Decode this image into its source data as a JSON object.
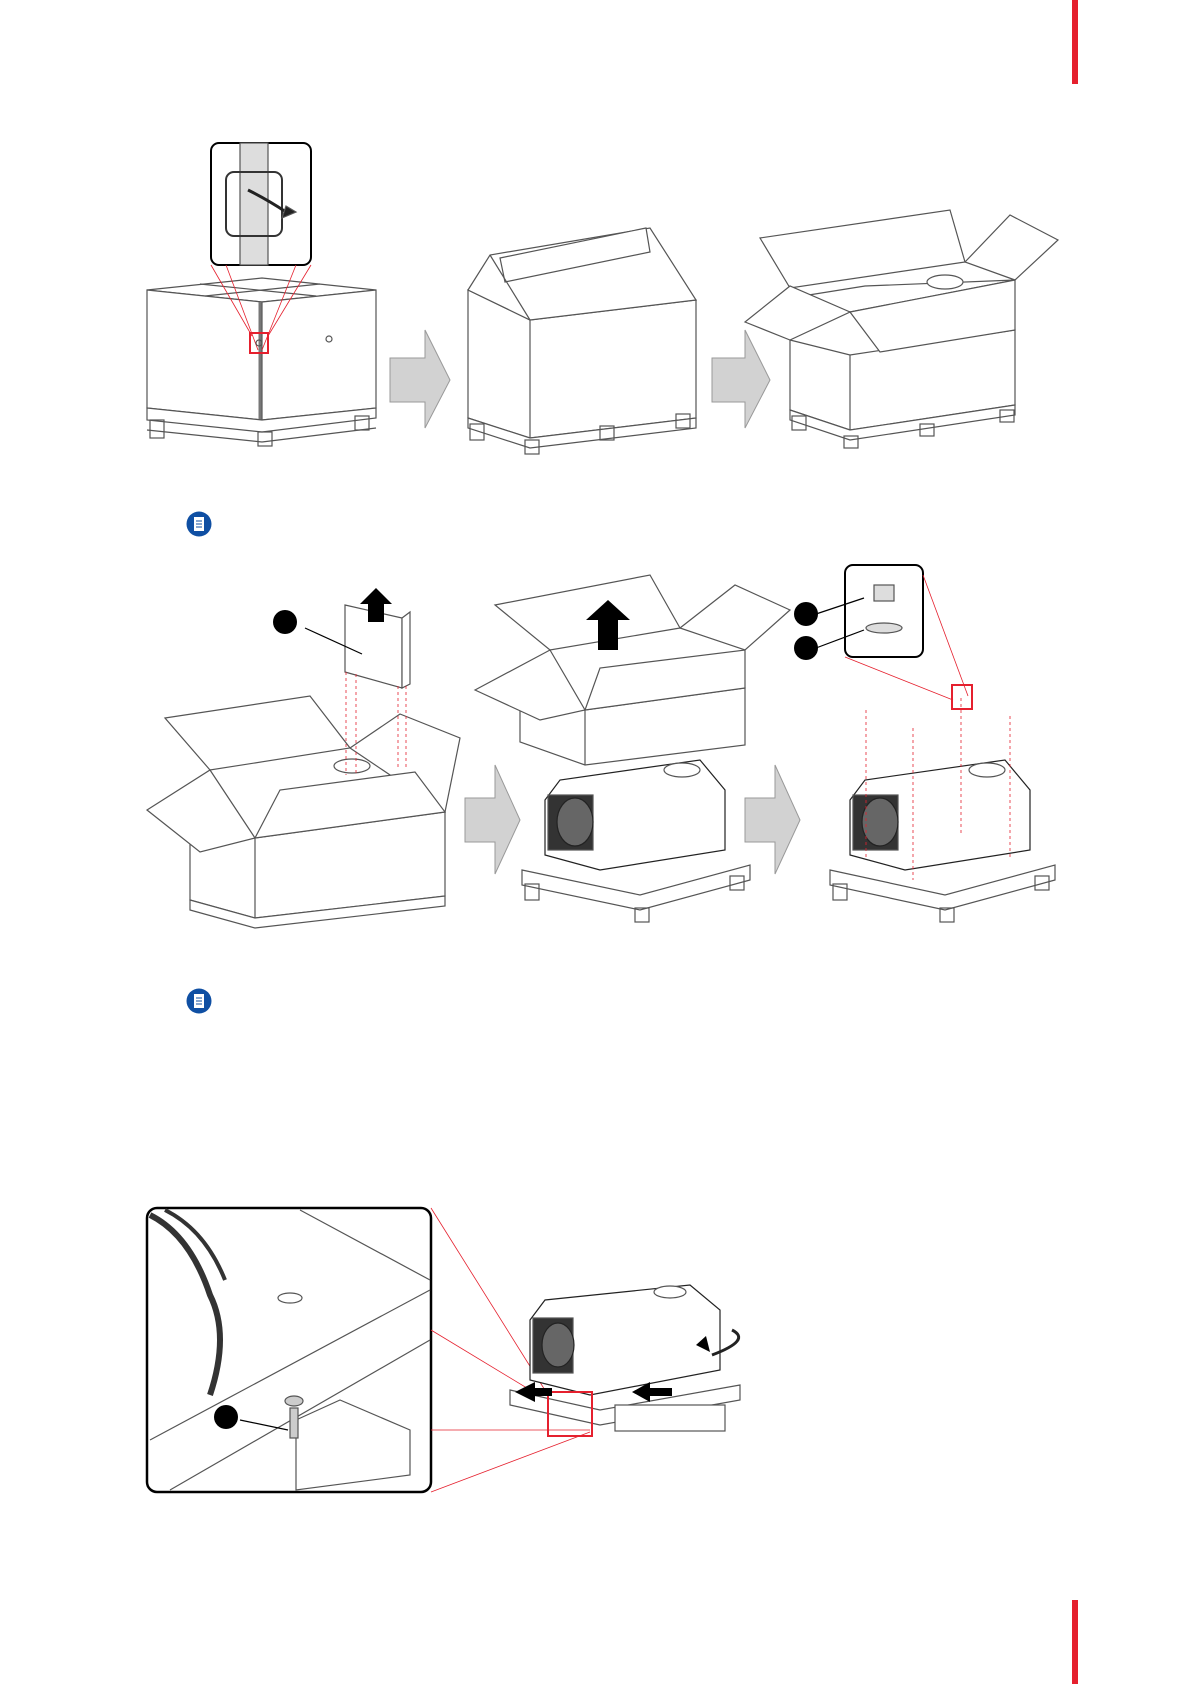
{
  "page": {
    "accent_color": "#e5202e",
    "note_icon_color": "#0f4fa3"
  },
  "notes": [
    {
      "icon": "note-document-icon",
      "text": ""
    },
    {
      "icon": "note-document-icon",
      "text": ""
    }
  ],
  "figures": [
    {
      "name": "cut-straps-open-box-figure",
      "steps": 3
    },
    {
      "name": "remove-packaging-figure",
      "steps": 3,
      "callouts": 3
    },
    {
      "name": "remove-projector-from-pallet-figure",
      "callouts": 1
    }
  ]
}
